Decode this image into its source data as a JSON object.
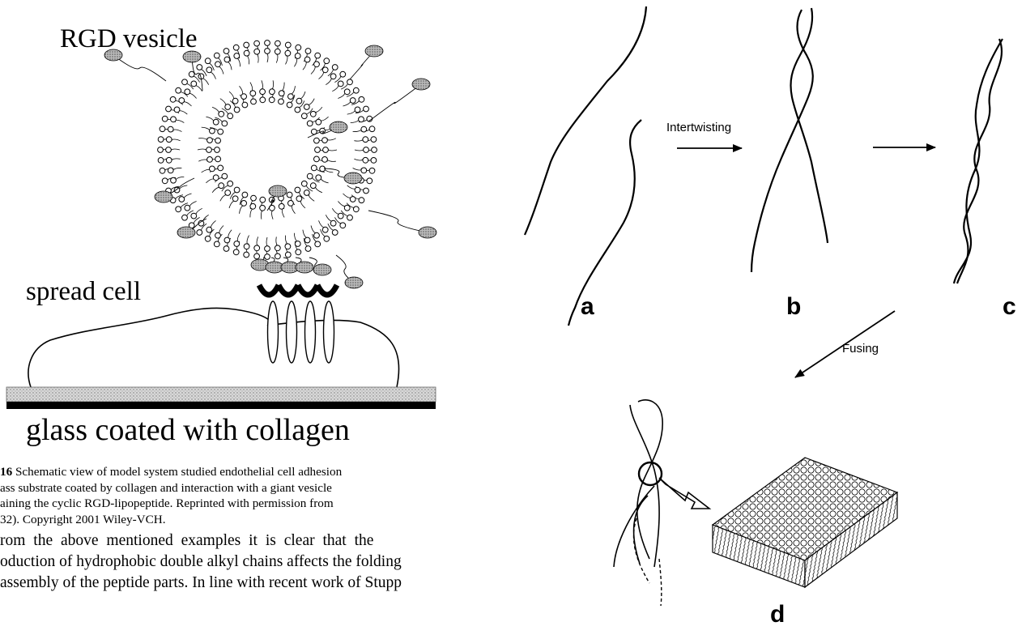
{
  "left_figure": {
    "vesicle_label": "RGD vesicle",
    "cell_label": "spread cell",
    "substrate_label": "glass coated with collagen"
  },
  "caption": {
    "number": "16",
    "lines": [
      "Schematic view of model system studied endothelial cell adhesion",
      "ass substrate coated by collagen and interaction with a giant vesicle",
      "aining the cyclic RGD-lipopeptide. Reprinted with permission from",
      "32). Copyright 2001 Wiley-VCH."
    ]
  },
  "body": {
    "lines": [
      "rom the above mentioned examples it is clear that the",
      "oduction of hydrophobic double alkyl chains affects the folding",
      "assembly of the peptide parts. In line with recent work of Stupp"
    ]
  },
  "right_figure": {
    "arrow1_label": "Intertwisting",
    "arrow3_label": "Fusing",
    "panel_a": "a",
    "panel_b": "b",
    "panel_c": "c",
    "panel_d": "d"
  }
}
